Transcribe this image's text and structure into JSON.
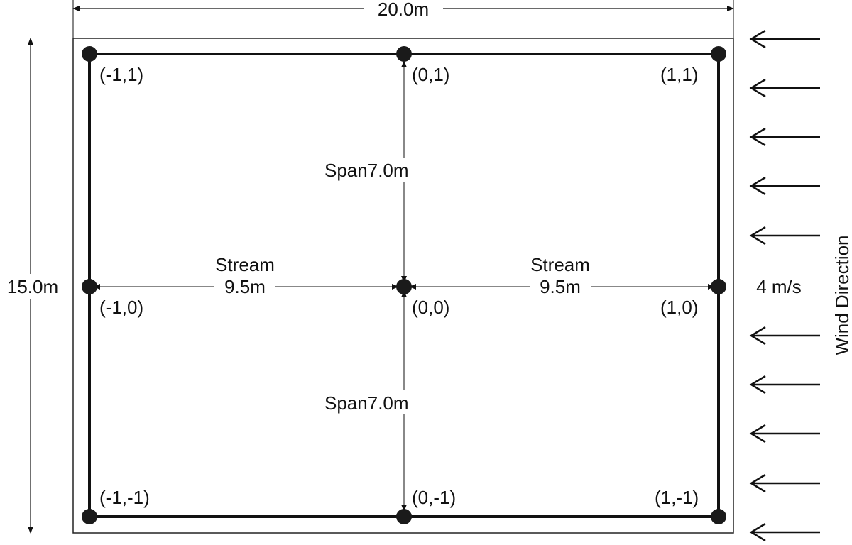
{
  "dimensions": {
    "width_label": "20.0m",
    "height_label": "15.0m"
  },
  "nodes": [
    {
      "id": "n-1_1",
      "label": "(-1,1)"
    },
    {
      "id": "n0_1",
      "label": "(0,1)"
    },
    {
      "id": "n1_1",
      "label": "(1,1)"
    },
    {
      "id": "n-1_0",
      "label": "(-1,0)"
    },
    {
      "id": "n0_0",
      "label": "(0,0)"
    },
    {
      "id": "n1_0",
      "label": "(1,0)"
    },
    {
      "id": "n-1_-1",
      "label": "(-1,-1)"
    },
    {
      "id": "n0_-1",
      "label": "(0,-1)"
    },
    {
      "id": "n1_-1",
      "label": "(1,-1)"
    }
  ],
  "spans": {
    "top": {
      "label": "Span",
      "value": "7.0m"
    },
    "bottom": {
      "label": "Span",
      "value": "7.0m"
    }
  },
  "streams": {
    "left": {
      "label": "Stream",
      "value": "9.5m"
    },
    "right": {
      "label": "Stream",
      "value": "9.5m"
    }
  },
  "wind": {
    "label": "Wind Direction",
    "speed": "4 m/s",
    "arrow_count": 10
  },
  "colors": {
    "line": "#111111",
    "node": "#1a1a1a"
  }
}
